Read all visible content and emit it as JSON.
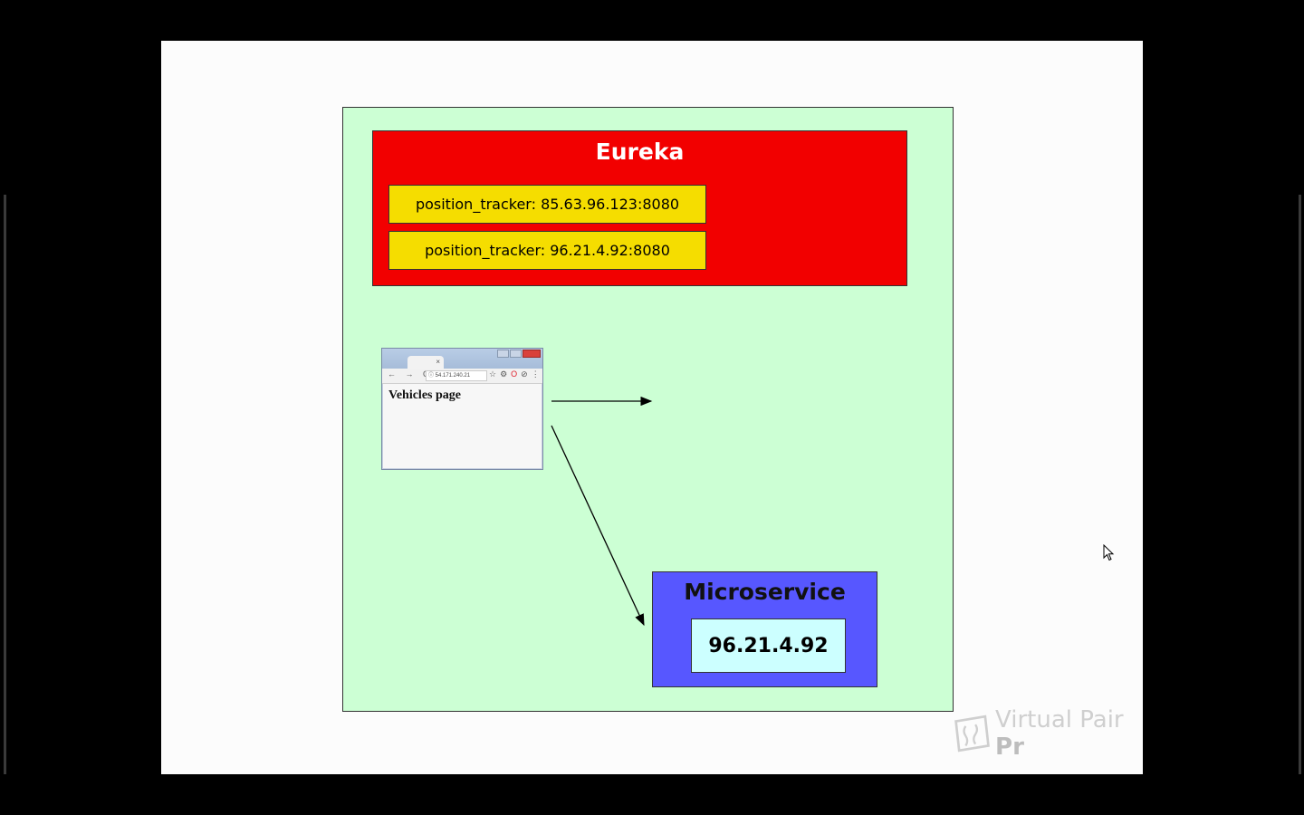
{
  "diagram": {
    "eureka": {
      "title": "Eureka",
      "entries": [
        "position_tracker: 85.63.96.123:8080",
        "position_tracker: 96.21.4.92:8080"
      ]
    },
    "browser": {
      "tab_close": "×",
      "nav_icons": "← → C",
      "address": "ⓘ 54.171.240.21",
      "toolbar_icons": [
        "☆",
        "⚙",
        "O",
        "⊘",
        "⋮"
      ],
      "page_heading": "Vehicles page"
    },
    "microservice": {
      "title": "Microservice",
      "ip": "96.21.4.92"
    },
    "colors": {
      "background": "#ccffd4",
      "eureka": "#f20000",
      "entry": "#f5dd00",
      "microservice": "#5757ff",
      "ip_box": "#ccffff"
    }
  },
  "watermark": {
    "prefix": "Virtual Pair ",
    "bold": "Pr"
  }
}
